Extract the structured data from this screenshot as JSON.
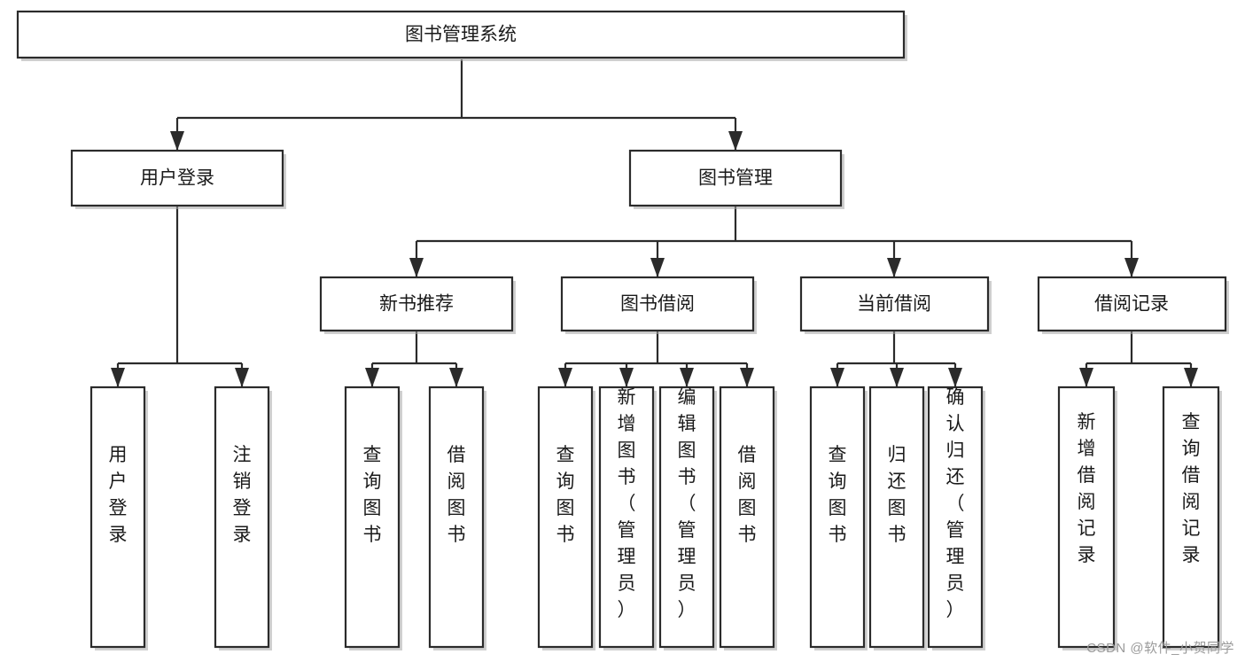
{
  "diagram": {
    "title": "图书管理系统",
    "type": "tree-hierarchy",
    "root": {
      "id": "root",
      "label": "图书管理系统"
    },
    "level2": [
      {
        "id": "user-login",
        "label": "用户登录"
      },
      {
        "id": "book-management",
        "label": "图书管理"
      }
    ],
    "level3": [
      {
        "id": "new-book-recommend",
        "label": "新书推荐",
        "parent": "book-management"
      },
      {
        "id": "book-borrow",
        "label": "图书借阅",
        "parent": "book-management"
      },
      {
        "id": "current-borrow",
        "label": "当前借阅",
        "parent": "book-management"
      },
      {
        "id": "borrow-record",
        "label": "借阅记录",
        "parent": "book-management"
      }
    ],
    "leaves": {
      "user-login": [
        {
          "id": "leaf-user-login",
          "label": "用户登录"
        },
        {
          "id": "leaf-logout",
          "label": "注销登录"
        }
      ],
      "new-book-recommend": [
        {
          "id": "leaf-query-book-1",
          "label": "查询图书"
        },
        {
          "id": "leaf-borrow-book-1",
          "label": "借阅图书"
        }
      ],
      "book-borrow": [
        {
          "id": "leaf-query-book-2",
          "label": "查询图书"
        },
        {
          "id": "leaf-add-book",
          "label": "新增图书（管理员）"
        },
        {
          "id": "leaf-edit-book",
          "label": "编辑图书（管理员）"
        },
        {
          "id": "leaf-borrow-book-2",
          "label": "借阅图书"
        }
      ],
      "current-borrow": [
        {
          "id": "leaf-query-book-3",
          "label": "查询图书"
        },
        {
          "id": "leaf-return-book",
          "label": "归还图书"
        },
        {
          "id": "leaf-confirm-return",
          "label": "确认归还（管理员）"
        }
      ],
      "borrow-record": [
        {
          "id": "leaf-add-record",
          "label": "新增借阅记录"
        },
        {
          "id": "leaf-query-record",
          "label": "查询借阅记录"
        }
      ]
    },
    "colors": {
      "stroke": "#2b2b2b",
      "fill": "#ffffff",
      "text": "#1a1a1a",
      "watermark": "#9a9a9a",
      "background": "#ffffff"
    }
  },
  "watermark": {
    "text": "CSDN @软件_小贺同学"
  }
}
